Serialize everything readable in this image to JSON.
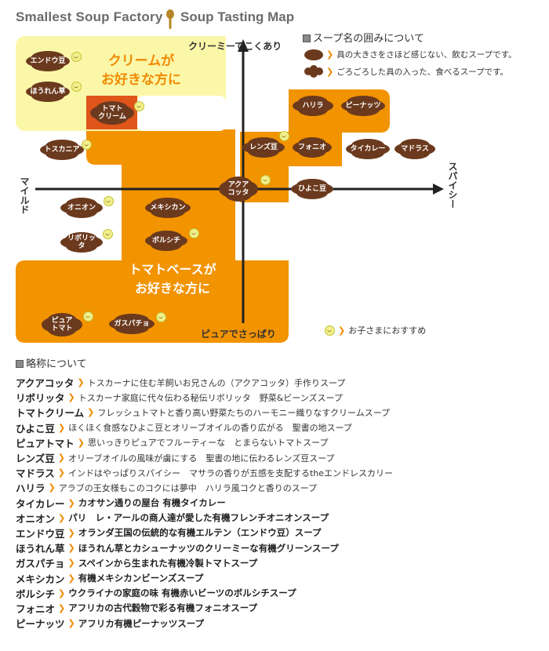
{
  "header": {
    "title_left": "Smallest Soup Factory",
    "title_right": "Soup Tasting Map"
  },
  "map": {
    "axis_top": "クリーミーでこくあり",
    "axis_bottom": "ピュアでさっぱり",
    "axis_left": "マイルド",
    "axis_right": "スパイシー",
    "region_cream": "クリームが\nお好きな方に",
    "region_tomato": "トマトベースが\nお好きな方に",
    "soups": [
      {
        "id": "endou",
        "label": "エンドウ豆",
        "kid": true
      },
      {
        "id": "hourensou",
        "label": "ほうれん草",
        "kid": true
      },
      {
        "id": "tomatocream",
        "label": "トマト\nクリーム",
        "kid": true
      },
      {
        "id": "toscana",
        "label": "トスカニア",
        "kid": true
      },
      {
        "id": "harira",
        "label": "ハリラ",
        "kid": false
      },
      {
        "id": "peanuts",
        "label": "ピーナッツ",
        "kid": false
      },
      {
        "id": "lentil",
        "label": "レンズ豆",
        "kid": true
      },
      {
        "id": "fonio",
        "label": "フォニオ",
        "kid": false
      },
      {
        "id": "thaicurry",
        "label": "タイカレー",
        "kid": false
      },
      {
        "id": "madras",
        "label": "マドラス",
        "kid": false
      },
      {
        "id": "acquacotta",
        "label": "アクア\nコッタ",
        "kid": true
      },
      {
        "id": "hiyoko",
        "label": "ひよこ豆",
        "kid": false
      },
      {
        "id": "onion",
        "label": "オニオン",
        "kid": true
      },
      {
        "id": "mexican",
        "label": "メキシカン",
        "kid": false
      },
      {
        "id": "ribollita",
        "label": "リボリッタ",
        "kid": true
      },
      {
        "id": "borscht",
        "label": "ボルシチ",
        "kid": true
      },
      {
        "id": "puretomato",
        "label": "ピュア\nトマト",
        "kid": true
      },
      {
        "id": "gazpacho",
        "label": "ガスパチョ",
        "kid": true
      }
    ]
  },
  "legend": {
    "heading": "スープ名の囲みについて",
    "item1": "具の大きさをさほど感じない、飲むスープです。",
    "item2": "ごろごろした具の入った、食べるスープです。",
    "kids": "お子さまにおすすめ"
  },
  "abbreviations": {
    "heading": "略称について",
    "items": [
      {
        "name": "アクアコッタ",
        "desc": "トスカーナに住む羊飼いお兄さんの（アクアコッタ）手作りスープ",
        "bold": false
      },
      {
        "name": "リボリッタ",
        "desc": "トスカーナ家庭に代々伝わる秘伝リボリッタ　野菜&ビーンズスープ",
        "bold": false
      },
      {
        "name": "トマトクリーム",
        "desc": "フレッシュトマトと香り高い野菜たちのハーモニー織りなすクリームスープ",
        "bold": false
      },
      {
        "name": "ひよこ豆",
        "desc": "ほくほく食感なひよこ豆とオリーブオイルの香り広がる　聖書の地スープ",
        "bold": false
      },
      {
        "name": "ピュアトマト",
        "desc": "思いっきりピュアでフルーティーな　とまらないトマトスープ",
        "bold": false
      },
      {
        "name": "レンズ豆",
        "desc": "オリーブオイルの風味が虜にする　聖書の地に伝わるレンズ豆スープ",
        "bold": false
      },
      {
        "name": "マドラス",
        "desc": "インドはやっぱりスパイシー　マサラの香りが五感を支配するtheエンドレスカリー",
        "bold": false
      },
      {
        "name": "ハリラ",
        "desc": "アラブの王女様もこのコクには夢中　ハリラ風コクと香りのスープ",
        "bold": false
      },
      {
        "name": "タイカレー",
        "desc": "カオサン通りの屋台 有機タイカレー",
        "bold": true
      },
      {
        "name": "オニオン",
        "desc": "パリ　レ・アールの商人達が愛した有機フレンチオニオンスープ",
        "bold": true
      },
      {
        "name": "エンドウ豆",
        "desc": "オランダ王国の伝統的な有機エルテン（エンドウ豆）スープ",
        "bold": true
      },
      {
        "name": "ほうれん草",
        "desc": "ほうれん草とカシューナッツのクリーミーな有機グリーンスープ",
        "bold": true
      },
      {
        "name": "ガスパチョ",
        "desc": "スペインから生まれた有機冷製トマトスープ",
        "bold": true
      },
      {
        "name": "メキシカン",
        "desc": "有機メキシカンビーンズスープ",
        "bold": true
      },
      {
        "name": "ボルシチ",
        "desc": "ウクライナの家庭の味 有機赤いビーツのボルシチスープ",
        "bold": true
      },
      {
        "name": "フォニオ",
        "desc": "アフリカの古代穀物で彩る有機フォニオスープ",
        "bold": true
      },
      {
        "name": "ピーナッツ",
        "desc": "アフリカ有機ピーナッツスープ",
        "bold": true
      }
    ]
  },
  "colors": {
    "cream": "#fbf7a8",
    "orange": "#f29300",
    "tomato_cream": "#e0551a",
    "soup_brown": "#6b3a1e",
    "axis": "#222222"
  }
}
